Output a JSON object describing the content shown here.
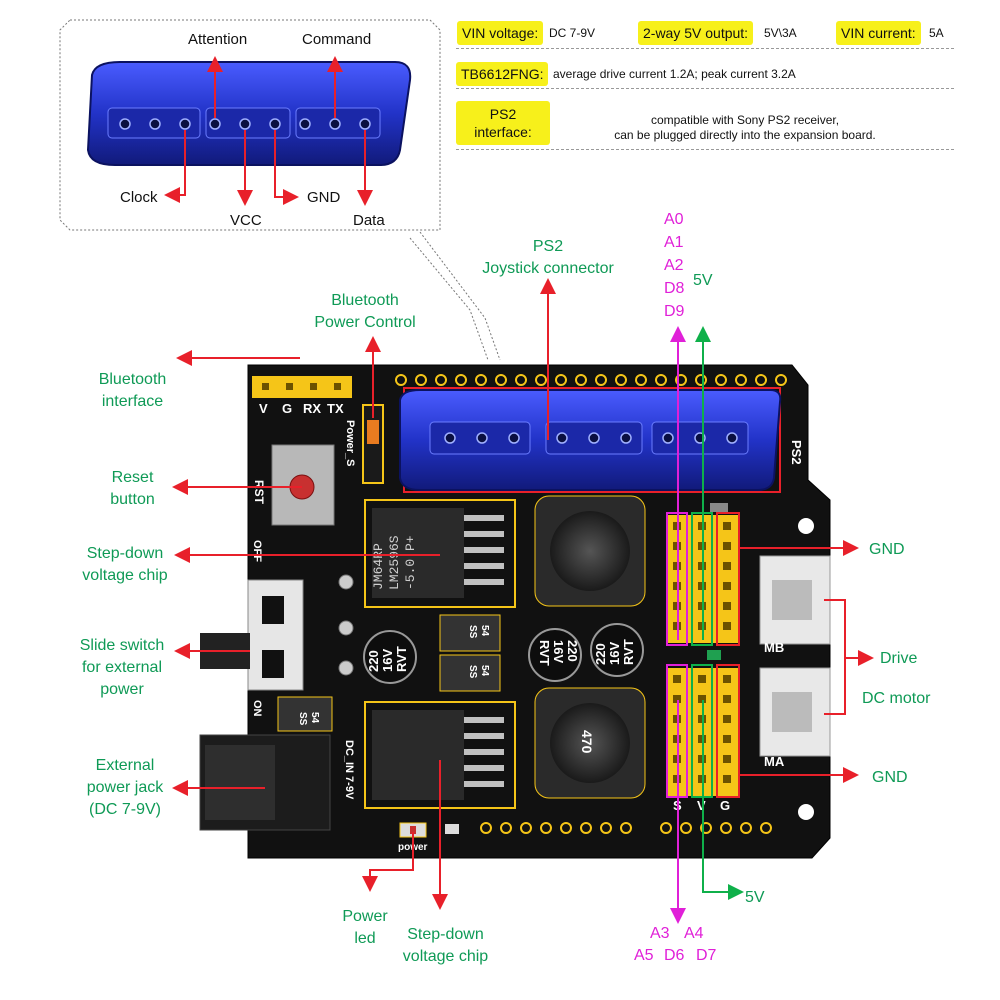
{
  "specs": {
    "vin_voltage_key": "VIN voltage:",
    "vin_voltage_val": "DC 7-9V",
    "output_key": "2-way 5V output:",
    "output_val": "5V\\3A",
    "vin_current_key": "VIN current:",
    "vin_current_val": "5A",
    "driver_key": "TB6612FNG:",
    "driver_val": "average drive current 1.2A; peak current 3.2A",
    "ps2_key_line1": "PS2",
    "ps2_key_line2": "interface:",
    "ps2_val_line1": "compatible with Sony PS2 receiver,",
    "ps2_val_line2": "can be plugged directly into the expansion board."
  },
  "connector_pins": {
    "attention": "Attention",
    "command": "Command",
    "clock": "Clock",
    "vcc": "VCC",
    "gnd": "GND",
    "data": "Data"
  },
  "callouts": {
    "ps2_joystick_1": "PS2",
    "ps2_joystick_2": "Joystick connector",
    "bt_power_1": "Bluetooth",
    "bt_power_2": "Power Control",
    "bt_iface_1": "Bluetooth",
    "bt_iface_2": "interface",
    "reset_1": "Reset",
    "reset_2": "button",
    "stepdown_1": "Step-down",
    "stepdown_2": "voltage chip",
    "slide_1": "Slide switch",
    "slide_2": "for external",
    "slide_3": "power",
    "jack_1": "External",
    "jack_2": "power jack",
    "jack_3": "(DC 7-9V)",
    "power_led_1": "Power",
    "power_led_2": "led",
    "stepdown_b_1": "Step-down",
    "stepdown_b_2": "voltage chip",
    "gnd_top": "GND",
    "gnd_bottom": "GND",
    "drive": "Drive",
    "dc_motor": "DC motor",
    "fivev_top": "5V",
    "fivev_bottom": "5V"
  },
  "pins_top": [
    "A0",
    "A1",
    "A2",
    "D8",
    "D9"
  ],
  "pins_bottom_row1": [
    "A3",
    "A4"
  ],
  "pins_bottom_row2": [
    "A5",
    "D6",
    "D7"
  ],
  "board_silkscreen": {
    "bt_pins": [
      "V",
      "G",
      "RX",
      "TX"
    ],
    "power_s": "Power_S",
    "rst": "RST",
    "off": "OFF",
    "on": "ON",
    "dc_in": "DC_IN 7-9V",
    "power": "power",
    "ps2": "PS2",
    "mb": "MB",
    "ma": "MA",
    "svg": [
      "S",
      "V",
      "G"
    ],
    "chip_top_1": "JM64RP",
    "chip_top_2": "LM2596S",
    "chip_top_3": "-5.0  P+",
    "cap_1": "220",
    "cap_2": "16V",
    "cap_3": "RVT",
    "inductor": "470",
    "diode_1": "SS",
    "diode_2": "54"
  },
  "colors": {
    "board": "#111111",
    "header_yellow": "#f5c518",
    "callout_red": "#e8202a",
    "label_green": "#0f9a56",
    "pin_magenta": "#e020d8",
    "ps2_blue": "#2b3fd6",
    "spec_yellow": "#f7f01b"
  }
}
